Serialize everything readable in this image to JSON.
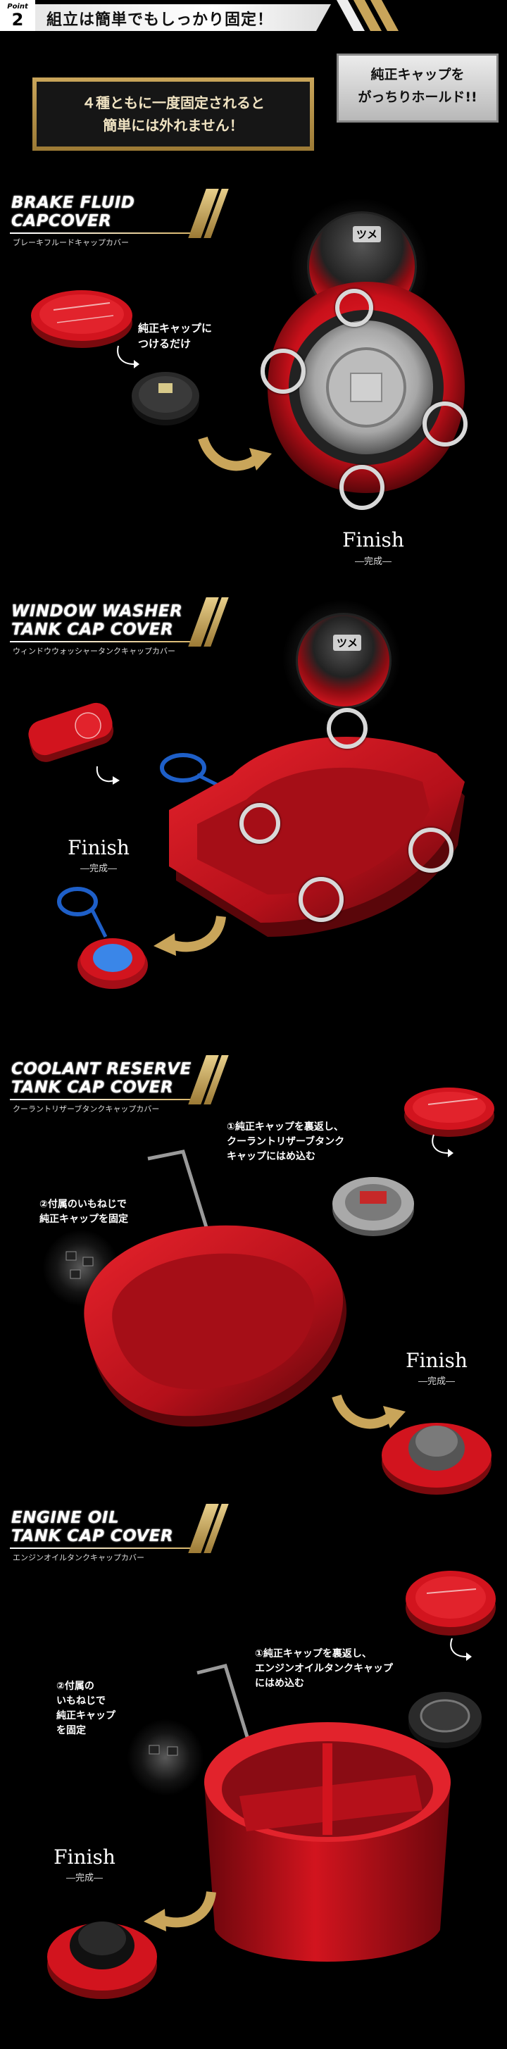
{
  "header": {
    "point_word": "Point",
    "point_number": "2",
    "headline": "組立は簡単でもしっかり固定！",
    "gold_note_line1": "４種ともに一度固定されると",
    "gold_note_line2": "簡単には外れません！",
    "silver_note_line1": "純正キャップを",
    "silver_note_line2": "がっちりホールド!!"
  },
  "colors": {
    "accent_red": "#d2141e",
    "gold": "#c9a55a",
    "silver": "#d8d8d8",
    "cap_blue": "#1e5fc8"
  },
  "sections": [
    {
      "title_line1": "BRAKE FLUID",
      "title_line2": "CAPCOVER",
      "subtitle": "ブレーキフルードキャップカバー",
      "note": "純正キャップに\nつけるだけ",
      "zoom_label": "ツメ",
      "finish": "Finish",
      "kansei": "―完成―"
    },
    {
      "title_line1": "WINDOW WASHER",
      "title_line2": "TANK CAP COVER",
      "subtitle": "ウィンドウウォッシャータンクキャップカバー",
      "zoom_label": "ツメ",
      "finish": "Finish",
      "kansei": "―完成―"
    },
    {
      "title_line1": "COOLANT RESERVE",
      "title_line2": "TANK CAP COVER",
      "subtitle": "クーラントリザーブタンクキャップカバー",
      "note1_line1": "①純正キャップを裏返し、",
      "note1_line2": "クーラントリザーブタンク",
      "note1_line3": "キャップにはめ込む",
      "note2_line1": "②付属のいもねじで",
      "note2_line2": "純正キャップを固定",
      "finish": "Finish",
      "kansei": "―完成―"
    },
    {
      "title_line1": "ENGINE OIL",
      "title_line2": "TANK CAP COVER",
      "subtitle": "エンジンオイルタンクキャップカバー",
      "note1_line1": "①純正キャップを裏返し、",
      "note1_line2": "エンジンオイルタンクキャップ",
      "note1_line3": "にはめ込む",
      "note2_line1": "②付属の",
      "note2_line2": "いもねじで",
      "note2_line3": "純正キャップ",
      "note2_line4": "を固定",
      "finish": "Finish",
      "kansei": "―完成―"
    }
  ]
}
